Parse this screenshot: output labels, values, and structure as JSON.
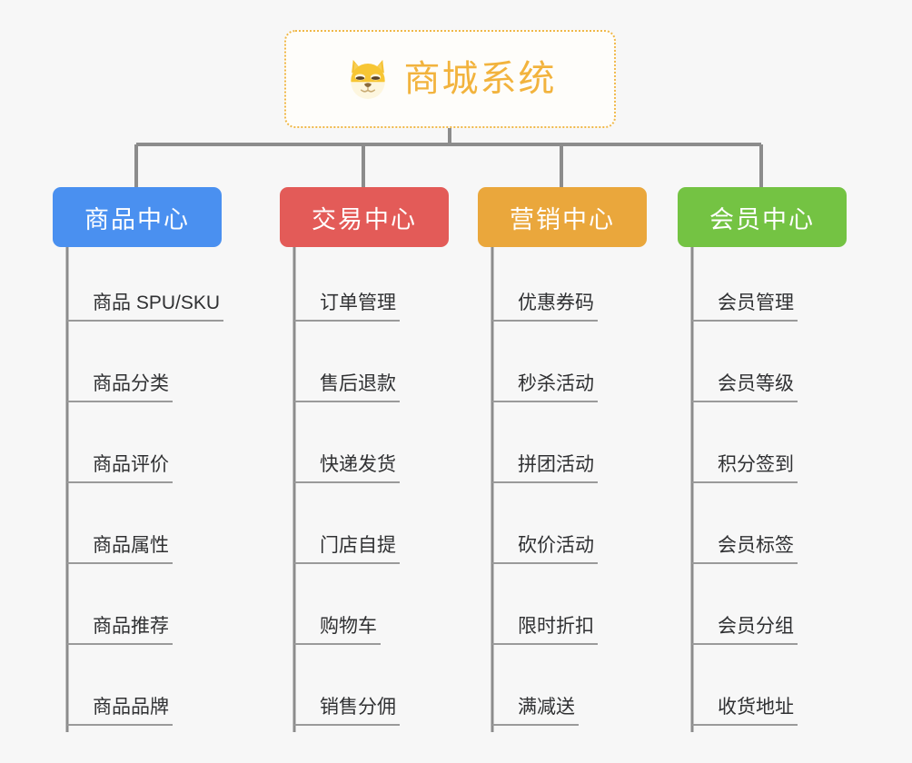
{
  "root": {
    "title": "商城系统",
    "logo_icon": "shiba-dog-face-icon",
    "accent_color": "#f2b33d",
    "border_color": "#f0b848"
  },
  "columns": [
    {
      "id": "product-center",
      "title": "商品中心",
      "color": "#4a90f0",
      "items": [
        {
          "label": "商品 SPU/SKU"
        },
        {
          "label": "商品分类"
        },
        {
          "label": "商品评价"
        },
        {
          "label": "商品属性"
        },
        {
          "label": "商品推荐"
        },
        {
          "label": "商品品牌"
        }
      ]
    },
    {
      "id": "trade-center",
      "title": "交易中心",
      "color": "#e35b58",
      "items": [
        {
          "label": "订单管理"
        },
        {
          "label": "售后退款"
        },
        {
          "label": "快递发货"
        },
        {
          "label": "门店自提"
        },
        {
          "label": "购物车"
        },
        {
          "label": "销售分佣"
        }
      ]
    },
    {
      "id": "marketing-center",
      "title": "营销中心",
      "color": "#eaa73c",
      "items": [
        {
          "label": "优惠券码"
        },
        {
          "label": "秒杀活动"
        },
        {
          "label": "拼团活动"
        },
        {
          "label": "砍价活动"
        },
        {
          "label": "限时折扣"
        },
        {
          "label": "满减送"
        }
      ]
    },
    {
      "id": "member-center",
      "title": "会员中心",
      "color": "#74c343",
      "items": [
        {
          "label": "会员管理"
        },
        {
          "label": "会员等级"
        },
        {
          "label": "积分签到"
        },
        {
          "label": "会员标签"
        },
        {
          "label": "会员分组"
        },
        {
          "label": "收货地址"
        }
      ]
    }
  ],
  "theme": {
    "background": "#f7f7f7",
    "connector_color": "#8c8c8c",
    "leaf_line_color": "#9a9a9a",
    "leaf_text_color": "#303133"
  }
}
